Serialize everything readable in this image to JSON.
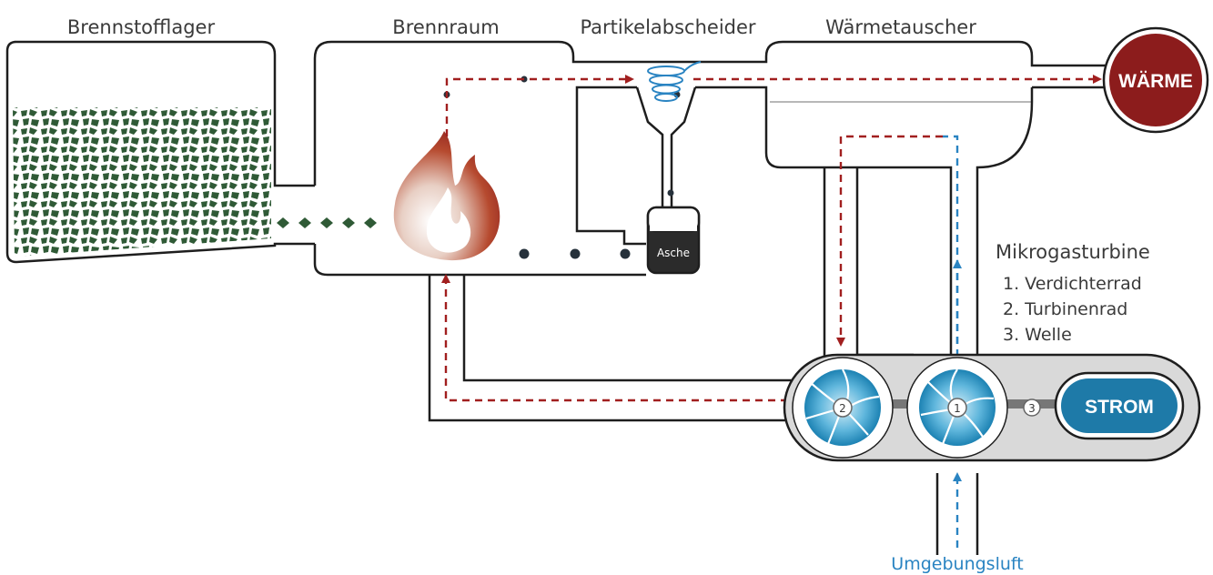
{
  "labels": {
    "fuel_storage": "Brennstofflager",
    "combustion_chamber": "Brennraum",
    "particle_separator": "Partikelabscheider",
    "heat_exchanger": "Wärmetauscher",
    "ash": "Asche",
    "microturbine_title": "Mikrogasturbine",
    "legend_item_1": "1. Verdichterrad",
    "legend_item_2": "2. Turbinenrad",
    "legend_item_3": "3. Welle",
    "ambient_air": "Umgebungsluft"
  },
  "badges": {
    "heat": "WÄRME",
    "power": "STROM",
    "compressor_num": "1",
    "turbine_num": "2",
    "shaft_num": "3"
  },
  "colors": {
    "hot_flow": "#a11f1f",
    "air_flow": "#2a84c2",
    "fuel": "#2f5a36",
    "heat_badge": "#8c1c1c",
    "power_badge": "#1e7aa8",
    "turbine_housing": "#d9d9d9"
  }
}
